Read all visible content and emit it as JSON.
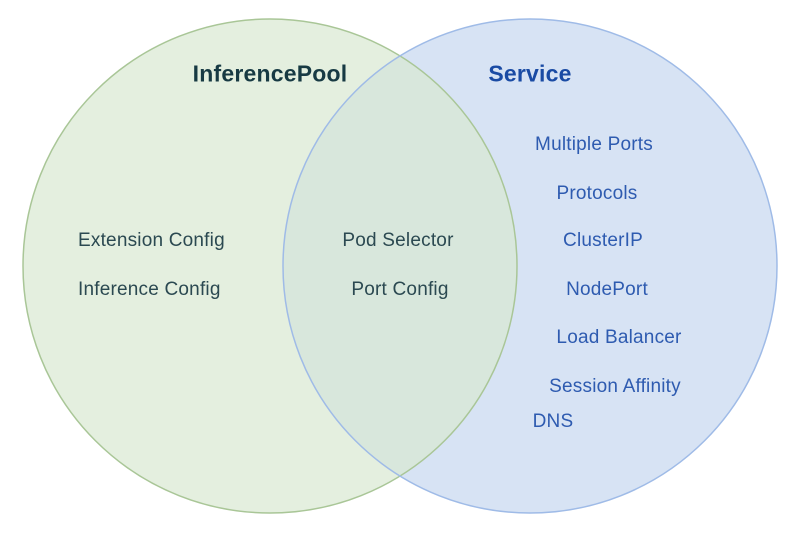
{
  "venn": {
    "left": {
      "title": "InferencePool",
      "items": [
        "Extension Config",
        "Inference Config"
      ]
    },
    "overlap": {
      "items": [
        "Pod Selector",
        "Port Config"
      ]
    },
    "right": {
      "title": "Service",
      "items": [
        "Multiple Ports",
        "Protocols",
        "ClusterIP",
        "NodePort",
        "Load Balancer",
        "Session Affinity",
        "DNS"
      ]
    },
    "colors": {
      "left_fill": "#e4efdf",
      "left_border": "#a9c697",
      "left_title_text": "#173a43",
      "left_item_text": "#2b4951",
      "right_fill": "#d7e3f4",
      "right_border": "#9fbbe7",
      "right_title_text": "#1a4ba4",
      "right_item_text": "#2e5bb0",
      "overlap_fill": "#d8e6dc",
      "background": "#ffffff"
    }
  }
}
